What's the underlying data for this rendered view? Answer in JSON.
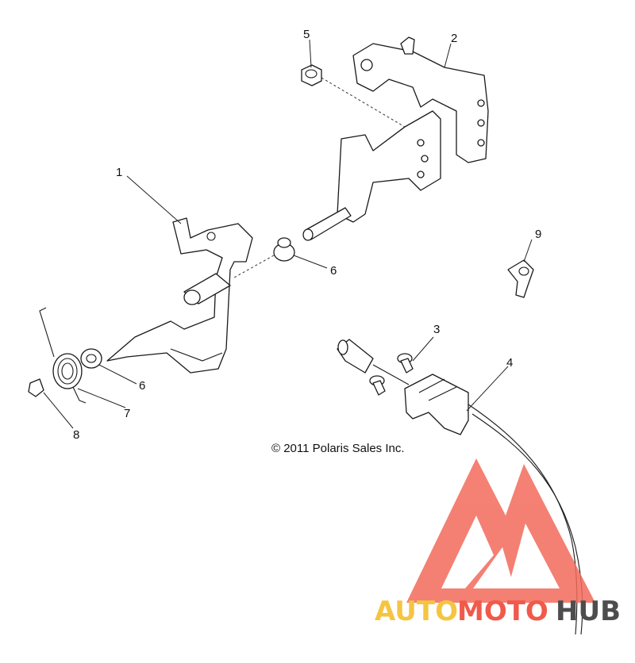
{
  "diagram": {
    "callouts": [
      {
        "id": "1",
        "text": "1"
      },
      {
        "id": "2",
        "text": "2"
      },
      {
        "id": "3",
        "text": "3"
      },
      {
        "id": "4",
        "text": "4"
      },
      {
        "id": "5",
        "text": "5"
      },
      {
        "id": "6a",
        "text": "6"
      },
      {
        "id": "6b",
        "text": "6"
      },
      {
        "id": "7",
        "text": "7"
      },
      {
        "id": "8",
        "text": "8"
      },
      {
        "id": "9",
        "text": "9"
      }
    ],
    "copyright": "© 2011 Polaris Sales Inc."
  },
  "watermark": {
    "part1": "AUTO",
    "part2": "MOTO",
    "part3": "HUB",
    "colors": {
      "auto": "#f5c542",
      "moto": "#f05a4a",
      "hub": "#4d4d4d",
      "logo": "#f26b5b"
    }
  }
}
